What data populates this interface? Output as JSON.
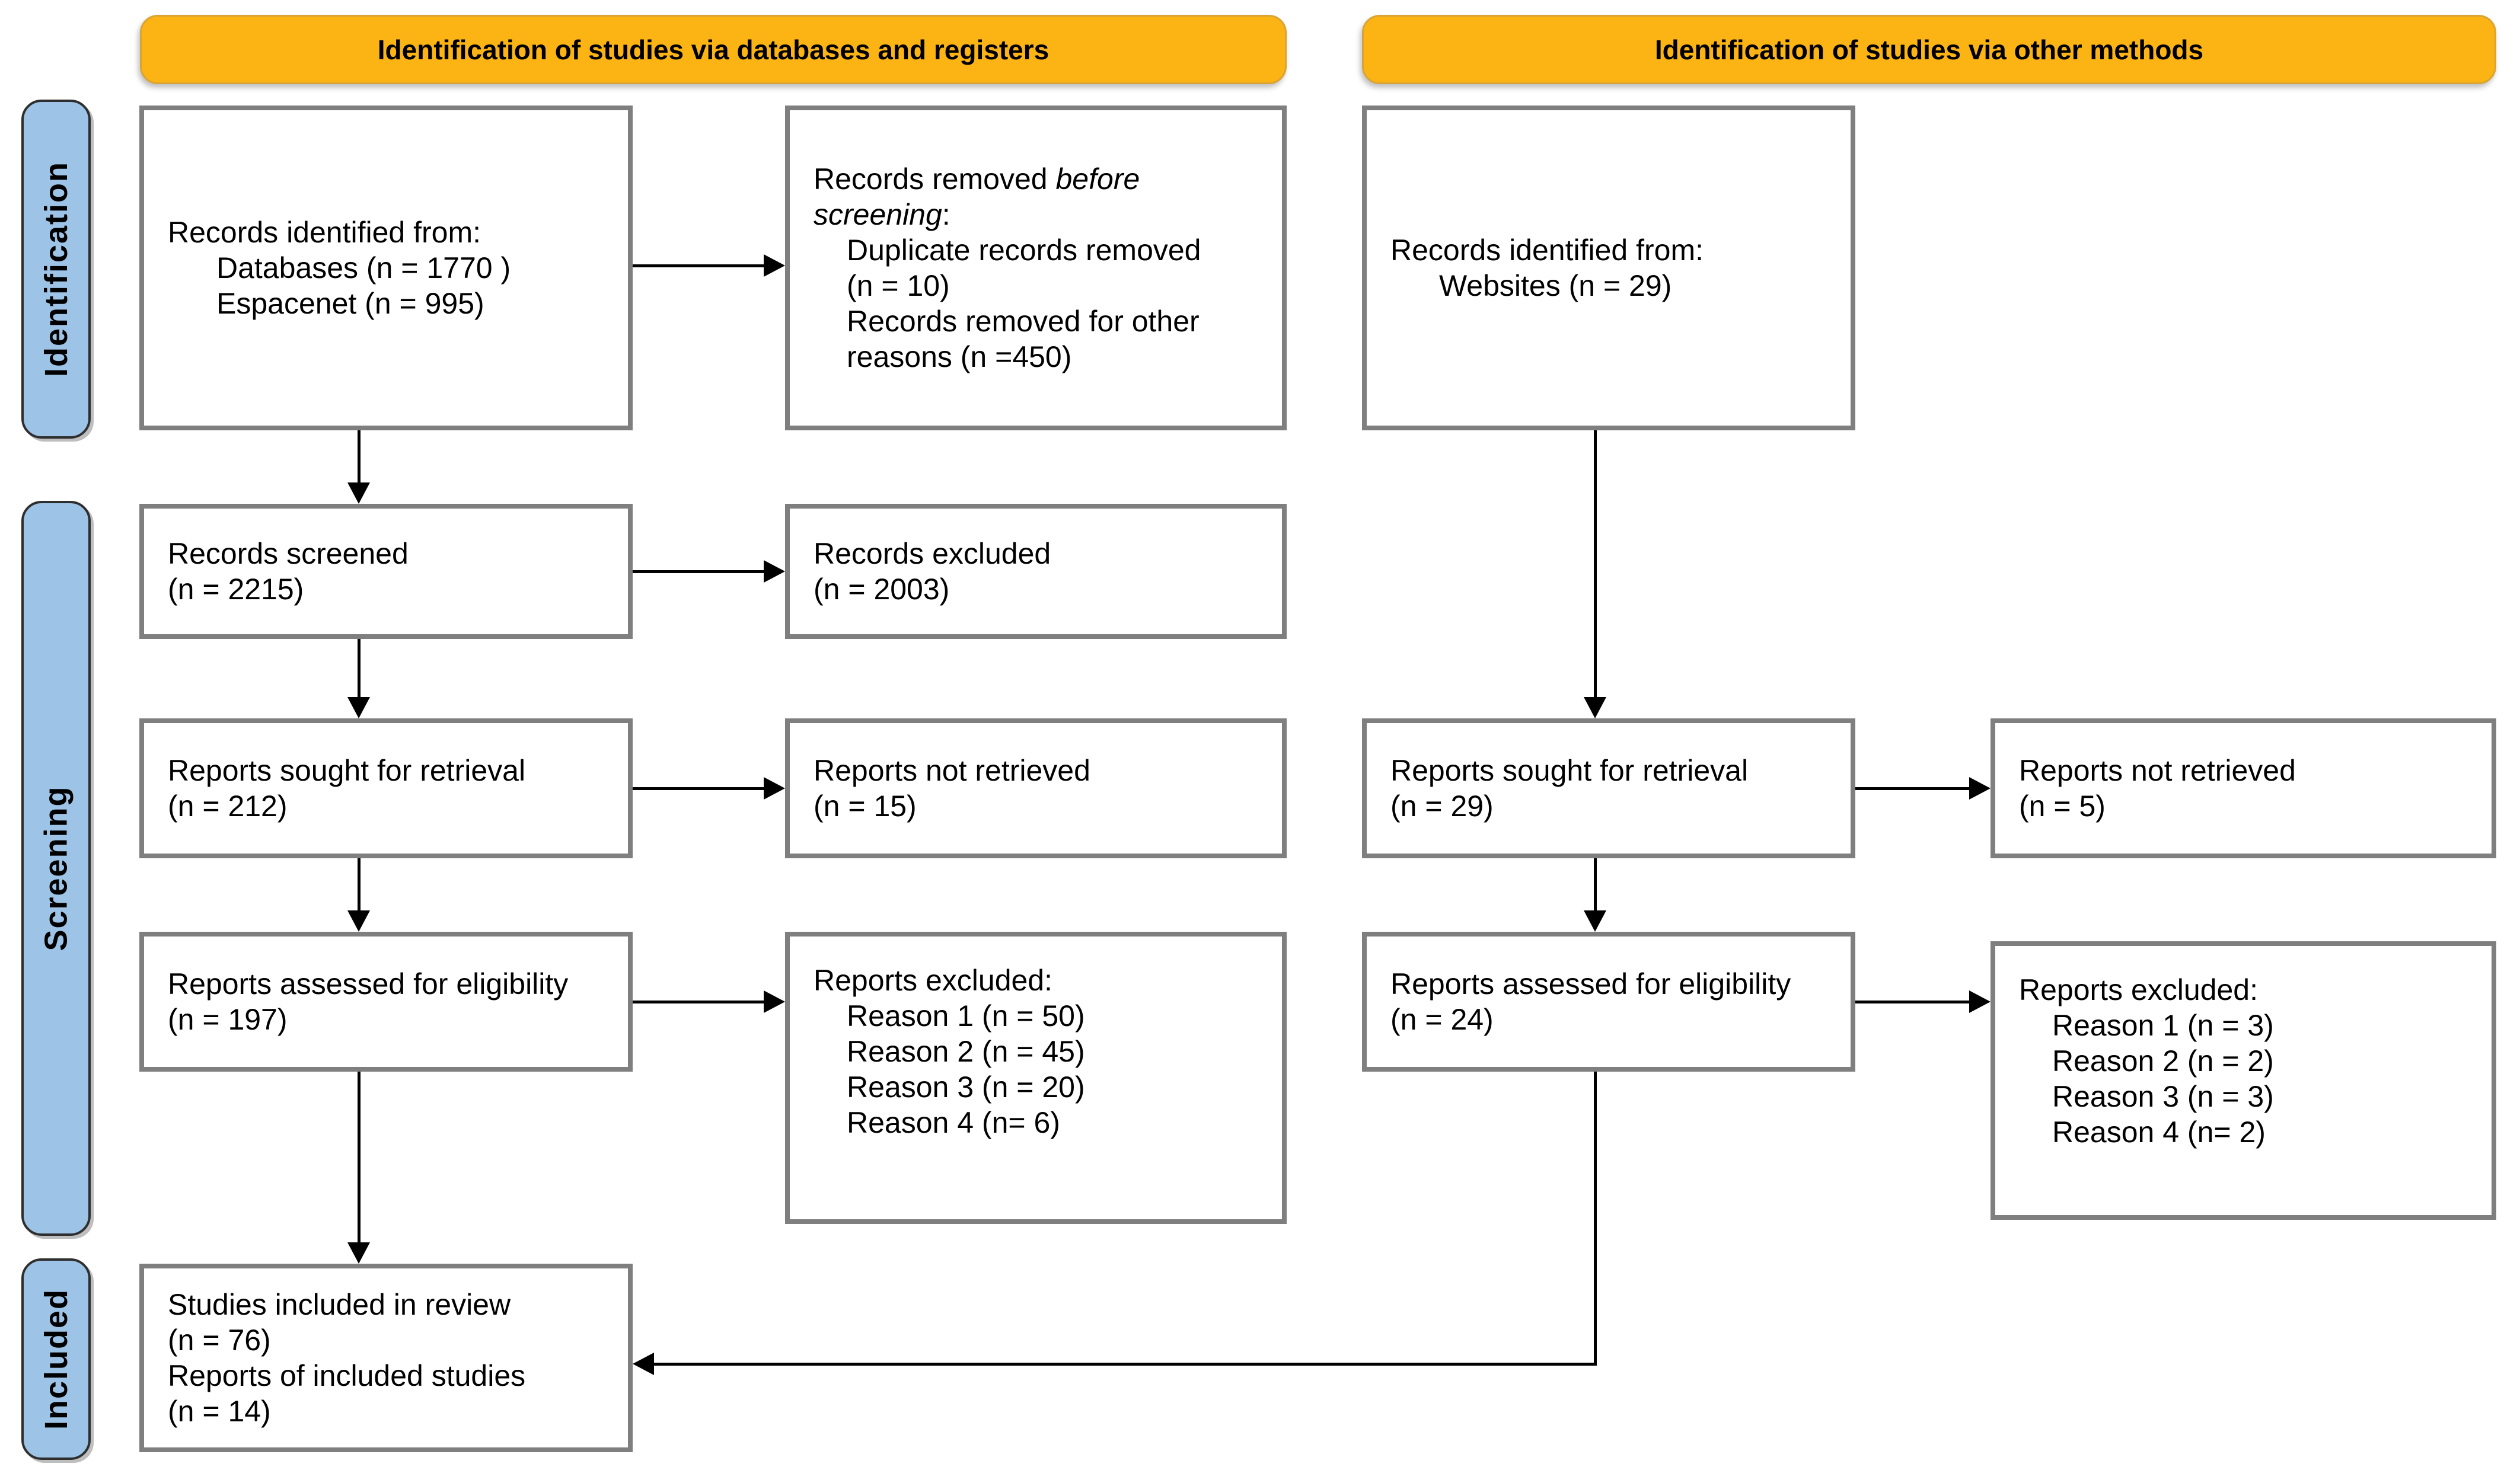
{
  "banners": {
    "databases_registers": "Identification of studies via databases and registers",
    "other_methods": "Identification of studies via other methods"
  },
  "sidebar": {
    "identification": "Identification",
    "screening": "Screening",
    "included": "Included"
  },
  "colors": {
    "banner_fill": "#FBB414",
    "sidebar_fill": "#9DC3E6",
    "box_border": "#7F7F7F",
    "arrow": "#000000",
    "text": "#000000"
  },
  "boxes": {
    "records_identified_db": {
      "line1": "Records identified from:",
      "line2": "Databases (n = 1770 )",
      "line3": "Espacenet (n = 995)"
    },
    "records_removed": {
      "line1_normal": "Records removed ",
      "line1_italic": "before",
      "line2_italic": "screening",
      "line2_normal": ":",
      "line3": "Duplicate records removed",
      "line4": "(n = 10)",
      "line5": "Records removed for other",
      "line6": "reasons (n =450)"
    },
    "records_screened": {
      "line1": "Records screened",
      "line2": "(n = 2215)"
    },
    "records_excluded": {
      "line1": "Records excluded",
      "line2": "(n = 2003)"
    },
    "reports_sought_db": {
      "line1": "Reports sought for retrieval",
      "line2": "(n = 212)"
    },
    "reports_not_retrieved_db": {
      "line1": "Reports not retrieved",
      "line2": "(n = 15)"
    },
    "reports_assessed_db": {
      "line1": "Reports assessed for eligibility",
      "line2": "(n = 197)"
    },
    "reports_excluded_db": {
      "line1": "Reports excluded:",
      "line2": "Reason 1 (n = 50)",
      "line3": "Reason 2 (n = 45)",
      "line4": "Reason 3 (n = 20)",
      "line5": "Reason 4 (n= 6)"
    },
    "studies_included": {
      "line1": "Studies included in review",
      "line2": "(n = 76)",
      "line3": "Reports of included studies",
      "line4": "(n = 14)"
    },
    "records_identified_other": {
      "line1": "Records identified from:",
      "line2": "Websites (n = 29)"
    },
    "reports_sought_other": {
      "line1": "Reports sought for retrieval",
      "line2": "(n = 29)"
    },
    "reports_not_retrieved_other": {
      "line1": "Reports not retrieved",
      "line2": "(n = 5)"
    },
    "reports_assessed_other": {
      "line1": "Reports assessed for eligibility",
      "line2": "(n = 24)"
    },
    "reports_excluded_other": {
      "line1": "Reports excluded:",
      "line2": "Reason 1 (n = 3)",
      "line3": "Reason 2 (n = 2)",
      "line4": "Reason 3 (n = 3)",
      "line5": "Reason 4 (n= 2)"
    }
  }
}
